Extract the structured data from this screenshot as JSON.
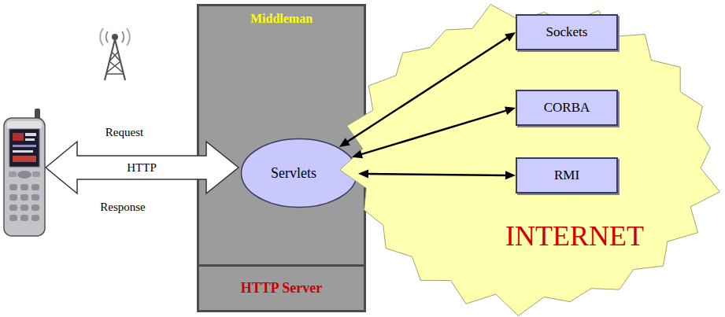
{
  "diagram": {
    "nodes": [
      {
        "text": [
          "Middleman"
        ]
      },
      {
        "text": [
          "Servlets"
        ],
        "in": 0
      },
      {
        "text": [
          "HTTP Server"
        ],
        "in": 0
      },
      {
        "text": [
          "INTERNET"
        ]
      },
      {
        "text": [
          "Sockets"
        ],
        "in": 3
      },
      {
        "text": [
          "CORBA"
        ],
        "in": 3
      },
      {
        "text": [
          "RMI"
        ],
        "in": 3
      }
    ],
    "edges": [
      {
        "from": 1,
        "to": 4,
        "arrow": "both"
      },
      {
        "from": 1,
        "to": 5,
        "arrow": "both"
      },
      {
        "from": 1,
        "to": 6,
        "arrow": "both"
      }
    ],
    "labels": [
      "Request",
      "HTTP",
      "Response"
    ]
  }
}
